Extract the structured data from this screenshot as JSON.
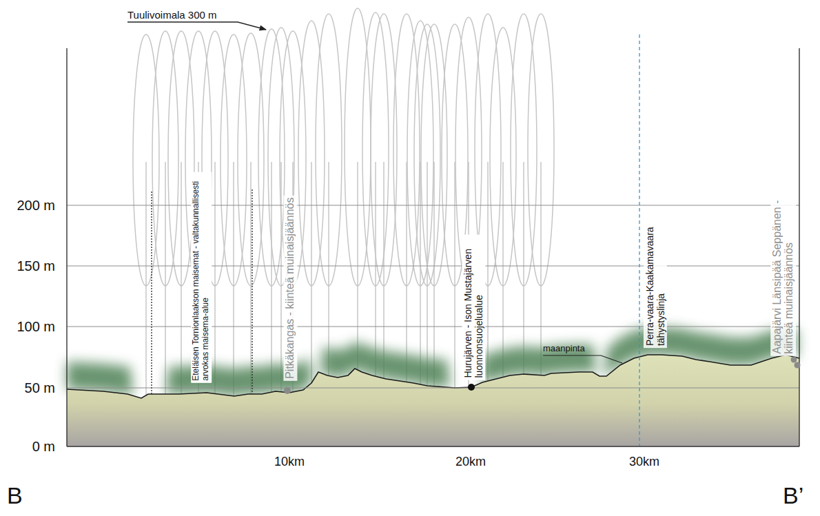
{
  "diagram": {
    "labels": [
      "Tuulivoimala 300 m",
      "200 m",
      "150 m",
      "100 m",
      "50 m",
      "0 m",
      "Eteläisen Tornionlaakson maisemat - valtakunnallisesti arvokas maisema-alue",
      "Pitkäkangas - kiinteä muinaisjäännös",
      "Hurujärven - Ison Mustajärven luonnonsuojelualue",
      "Perra-vaara-Kaakamavaara tähystyslinja",
      "maanpinta",
      "Aapajärvi Länsipää Seppänen - kiinteä muinaisjäännös",
      "10km",
      "20km",
      "30km",
      "B",
      "B’"
    ]
  }
}
